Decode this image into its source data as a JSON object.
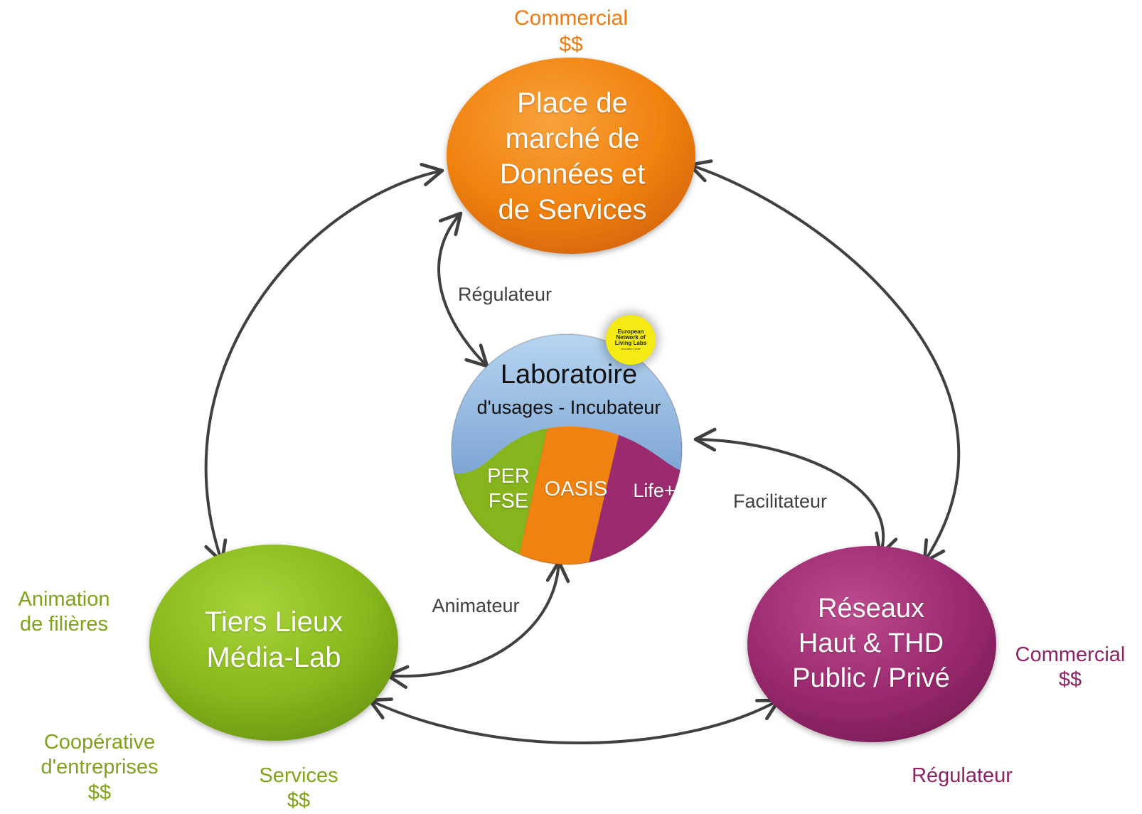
{
  "nodes": {
    "marketplace": "Place de\nmarché  de\nDonnées et\nde Services",
    "tiers_lieux": "Tiers Lieux\nMédia-Lab",
    "reseaux": "Réseaux\nHaut & THD\nPublic / Privé",
    "lab_title": "Laboratoire",
    "lab_subtitle": "d'usages - Incubateur",
    "segments": {
      "per_fse": "PER\nFSE",
      "oasis": "OASIS",
      "life": "Life+"
    }
  },
  "badge": {
    "text": "European\nNetwork of\nLiving Labs",
    "subtext": "Innovation Centre"
  },
  "labels": {
    "commercial_top": "Commercial\n$$",
    "regulateur_top": "Régulateur",
    "facilitateur": "Facilitateur",
    "animateur": "Animateur",
    "animation_filieres": "Animation\nde filières",
    "cooperative": "Coopérative\nd'entreprises\n$$",
    "services": "Services\n$$",
    "commercial_right": "Commercial\n$$",
    "regulateur_bottom": "Régulateur"
  },
  "colors": {
    "orange": "#ee7a12",
    "green": "#86b41c",
    "purple": "#9b2a6f",
    "blue": "#8fb6dd",
    "arrow": "#404040",
    "green_text": "#7fa318",
    "purple_text": "#8c2364",
    "badge": "#f5ea13"
  }
}
